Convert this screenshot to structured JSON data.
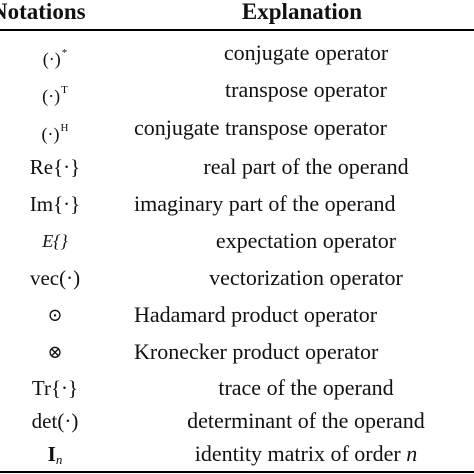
{
  "table": {
    "header": {
      "notation": "Notations",
      "explanation": "Explanation"
    },
    "rows": [
      {
        "base": "(·)",
        "sup": "*",
        "explanation": "conjugate operator"
      },
      {
        "base": "(·)",
        "sup": "T",
        "explanation": "transpose operator"
      },
      {
        "base": "(·)",
        "sup": "H",
        "explanation": "conjugate transpose operator"
      },
      {
        "base": "Re{·}",
        "explanation": "real part of the operand"
      },
      {
        "base": "Im{·}",
        "explanation": "imaginary part of the operand"
      },
      {
        "base": "E{}",
        "explanation": "expectation operator"
      },
      {
        "base": "vec(·)",
        "explanation": "vectorization operator"
      },
      {
        "base": "⊙",
        "explanation": "Hadamard product operator"
      },
      {
        "base": "⊗",
        "explanation": "Kronecker product operator"
      },
      {
        "base": "Tr{·}",
        "explanation": "trace of the operand"
      },
      {
        "base": "det(·)",
        "explanation": "determinant of the operand"
      },
      {
        "base": "I",
        "sub": "n",
        "explanation": "identity matrix of order",
        "explanation_var": "n"
      }
    ]
  }
}
